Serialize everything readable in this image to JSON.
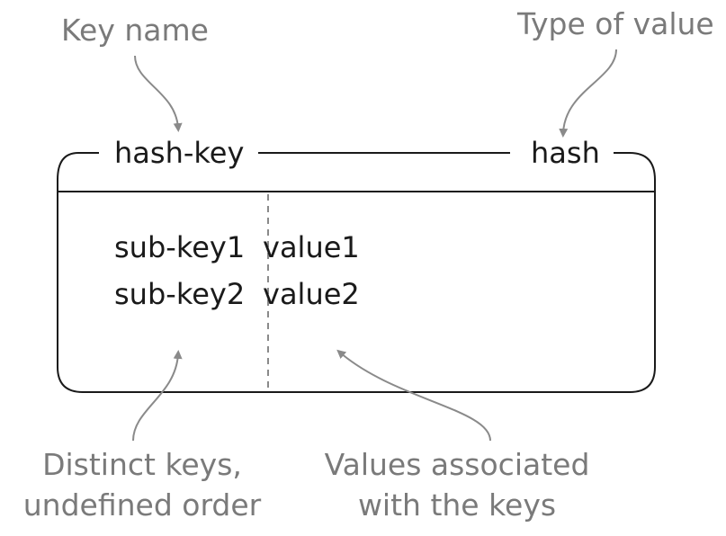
{
  "diagram": {
    "annotations": {
      "key_name": "Key name",
      "type_of_value": "Type of value",
      "distinct_keys_line1": "Distinct keys,",
      "distinct_keys_line2": "undefined order",
      "values_assoc_line1": "Values associated",
      "values_assoc_line2": "with the keys"
    },
    "box": {
      "key": "hash-key",
      "type": "hash",
      "entries": [
        {
          "sub_key": "sub-key1",
          "value": "value1"
        },
        {
          "sub_key": "sub-key2",
          "value": "value2"
        }
      ]
    },
    "colors": {
      "primary_text": "#1a1a1a",
      "annotation_text": "#7a7a7a",
      "arrow": "#8a8a8a"
    }
  }
}
